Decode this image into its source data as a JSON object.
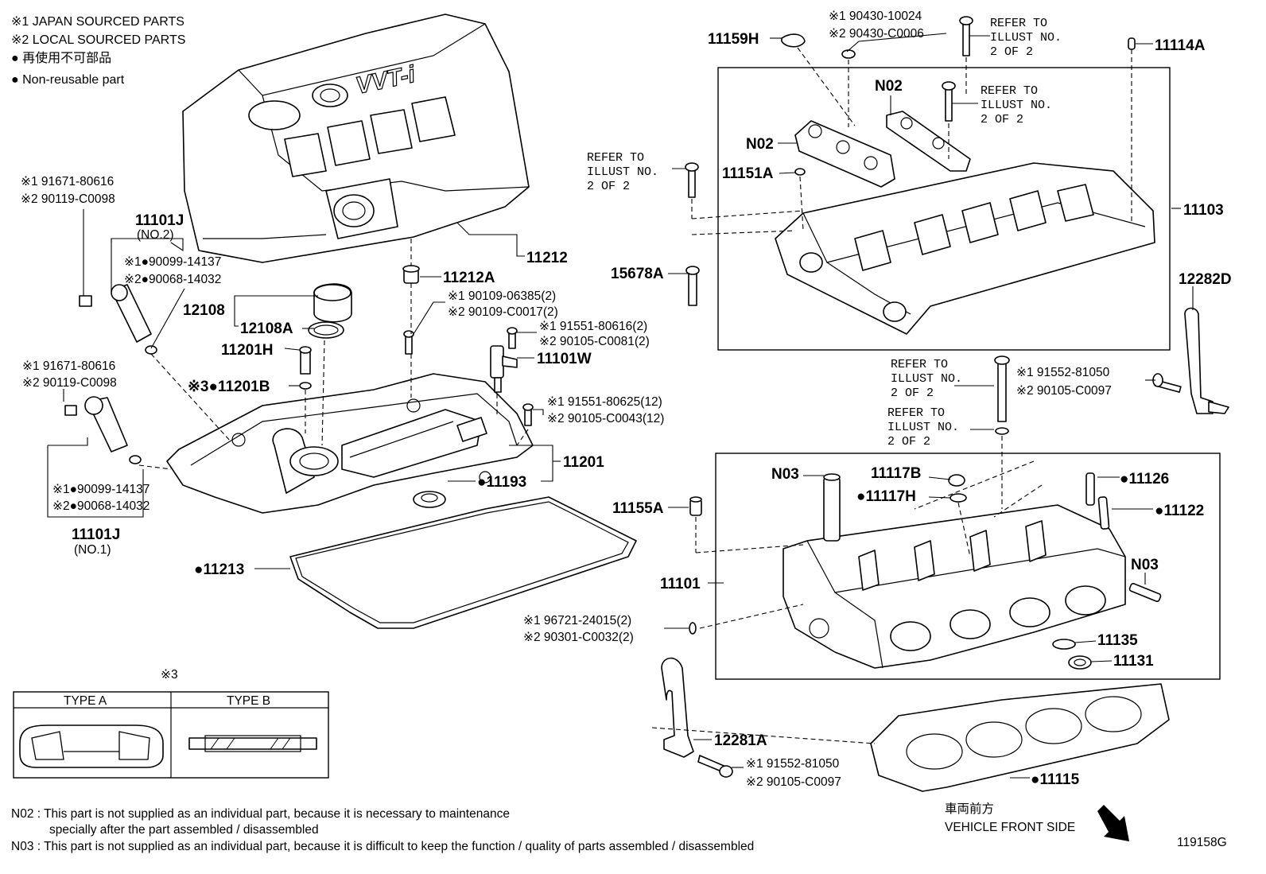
{
  "legend": {
    "japan": "※1 JAPAN SOURCED PARTS",
    "local": "※2 LOCAL SOURCED PARTS",
    "nonreusable_jp": "● 再使用不可部品",
    "nonreusable_en": "● Non-reusable part"
  },
  "labels": {
    "p11212": "11212",
    "p11212A": "11212A",
    "p12108": "12108",
    "p12108A": "12108A",
    "p11201H": "11201H",
    "p11201B": "※3●11201B",
    "p11201": "11201",
    "p11193": "●11193",
    "p11213": "●11213",
    "p11101W": "11101W",
    "p11101J2": "11101J",
    "p11101J2sub": "(NO.2)",
    "p11101J1": "11101J",
    "p11101J1sub": "(NO.1)",
    "p11159H": "11159H",
    "p11114A": "11114A",
    "pN02a": "N02",
    "pN02b": "N02",
    "p11151A": "11151A",
    "p11103": "11103",
    "p15678A": "15678A",
    "p12282D": "12282D",
    "pN03a": "N03",
    "p11117B": "11117B",
    "p11117H": "●11117H",
    "p11126": "●11126",
    "p11122": "●11122",
    "p11155A": "11155A",
    "p11101": "11101",
    "pN03b": "N03",
    "p11135": "11135",
    "p11131": "11131",
    "p12281A": "12281A",
    "p11115": "●11115"
  },
  "pns": {
    "a1": "※1 91671-80616",
    "a2": "※2 90119-C0098",
    "b1": "※1●90099-14137",
    "b2": "※2●90068-14032",
    "c1": "※1 91671-80616",
    "c2": "※2 90119-C0098",
    "d1": "※1●90099-14137",
    "d2": "※2●90068-14032",
    "e1": "※1 90109-06385(2)",
    "e2": "※2 90109-C0017(2)",
    "f1": "※1 91551-80616(2)",
    "f2": "※2 90105-C0081(2)",
    "g1": "※1 91551-80625(12)",
    "g2": "※2 90105-C0043(12)",
    "h1": "※1 90430-10024",
    "h2": "※2 90430-C0006",
    "i1": "※1 91552-81050",
    "i2": "※2 90105-C0097",
    "j1": "※1 96721-24015(2)",
    "j2": "※2 90301-C0032(2)",
    "k1": "※1 91552-81050",
    "k2": "※2 90105-C0097"
  },
  "refer": {
    "r1a": "REFER TO",
    "r1b": "ILLUST NO.",
    "r1c": "2 OF 2",
    "r2a": "REFER TO",
    "r2b": "ILLUST NO.",
    "r2c": "2 OF 2",
    "r3a": "REFER TO",
    "r3b": "ILLUST NO.",
    "r3c": "2 OF 2",
    "r4a": "REFER TO",
    "r4b": "ILLUST NO.",
    "r4c": "2 OF 2",
    "r5a": "REFER TO",
    "r5b": "ILLUST NO.",
    "r5c": "2 OF 2"
  },
  "type_table": {
    "mark": "※3",
    "type_a": "TYPE A",
    "type_b": "TYPE B"
  },
  "notes": {
    "n02_line1": "N02 : This part is not supplied as an individual part, because it is necessary to maintenance",
    "n02_line2": "specially after the part assembled / disassembled",
    "n03_line1": "N03 : This part is not supplied as an individual part, because it is difficult to keep the function / quality of parts  assembled / disassembled"
  },
  "direction": {
    "jp": "車両前方",
    "en": "VEHICLE FRONT SIDE"
  },
  "figure_id": "119158G"
}
